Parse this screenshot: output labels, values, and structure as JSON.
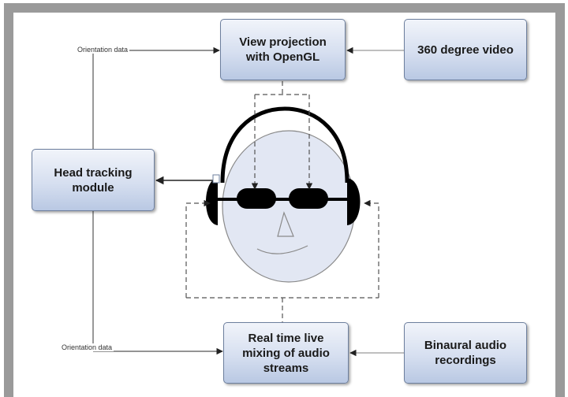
{
  "boxes": {
    "view_projection": "View projection\nwith OpenGL",
    "video_360": "360 degree video",
    "head_tracking": "Head tracking\nmodule",
    "audio_mixing": "Real time live\nmixing of audio\nstreams",
    "binaural": "Binaural audio\nrecordings"
  },
  "labels": {
    "orientation_top": "Orientation data",
    "orientation_bottom": "Orientation data"
  },
  "colors": {
    "box_border": "#6d7f9e",
    "face_fill": "#e2e7f3",
    "headphones": "#000000",
    "frame": "#9a9a9a"
  }
}
